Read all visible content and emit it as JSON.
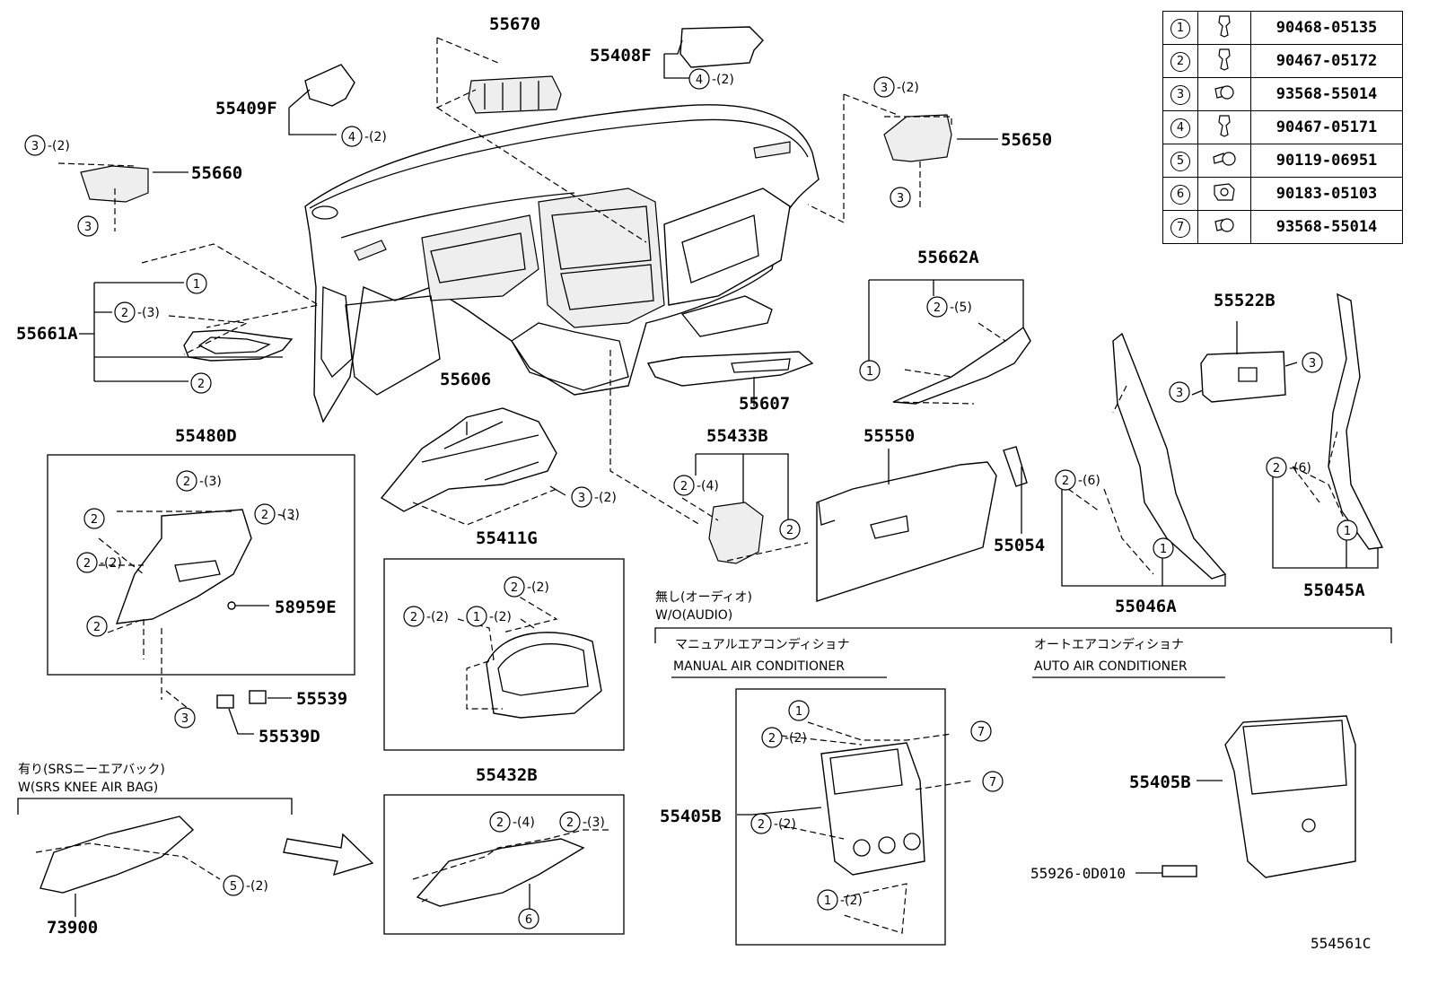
{
  "diagram_id": "554561C",
  "legend": [
    {
      "num": "1",
      "part": "90468-05135",
      "icon": "clip-icon"
    },
    {
      "num": "2",
      "part": "90467-05172",
      "icon": "clip-icon"
    },
    {
      "num": "3",
      "part": "93568-55014",
      "icon": "screw-icon"
    },
    {
      "num": "4",
      "part": "90467-05171",
      "icon": "clip-icon"
    },
    {
      "num": "5",
      "part": "90119-06951",
      "icon": "bolt-icon"
    },
    {
      "num": "6",
      "part": "90183-05103",
      "icon": "nut-icon"
    },
    {
      "num": "7",
      "part": "93568-55014",
      "icon": "screw-icon"
    }
  ],
  "parts": {
    "p55670": "55670",
    "p55408F": "55408F",
    "p55409F": "55409F",
    "p55650": "55650",
    "p55660": "55660",
    "p55662A": "55662A",
    "p55522B": "55522B",
    "p55661A": "55661A",
    "p55606": "55606",
    "p55607": "55607",
    "p55480D": "55480D",
    "p55433B": "55433B",
    "p55550": "55550",
    "p55054": "55054",
    "p55046A": "55046A",
    "p55045A": "55045A",
    "p58959E": "58959E",
    "p55411G": "55411G",
    "p55539": "55539",
    "p55539D": "55539D",
    "p55432B": "55432B",
    "p73900": "73900",
    "p55405B_left": "55405B",
    "p55405B_right": "55405B",
    "p55926": "55926-0D010"
  },
  "callouts": {
    "c1": "1",
    "c2": "2",
    "c3": "3",
    "c4": "4",
    "c5": "5",
    "c6": "6",
    "c7": "7",
    "q2": "-(2)",
    "q3": "-(3)",
    "q4": "-(4)",
    "q5": "-(5)",
    "q6": "-(6)"
  },
  "notes": {
    "wo_audio_jp": "無し(オーディオ)",
    "wo_audio_en": "W/O(AUDIO)",
    "manual_ac_jp": "マニュアルエアコンディショナ",
    "manual_ac_en": "MANUAL AIR CONDITIONER",
    "auto_ac_jp": "オートエアコンディショナ",
    "auto_ac_en": "AUTO AIR CONDITIONER",
    "srs_jp": "有り(SRSニーエアバック)",
    "srs_en": "W(SRS KNEE AIR BAG)"
  }
}
